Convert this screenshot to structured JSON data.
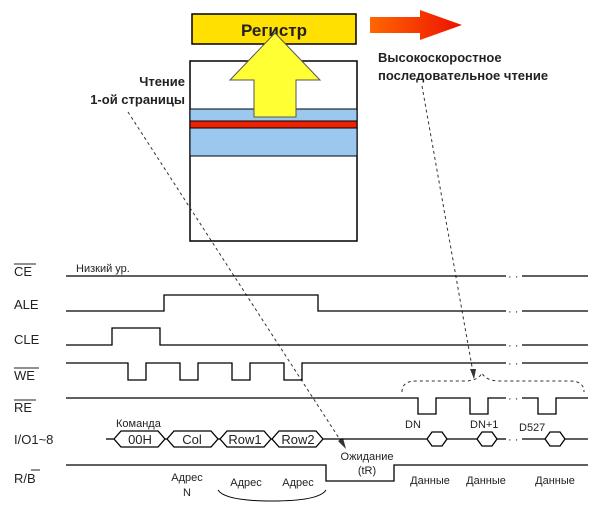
{
  "register": {
    "label": "Регистр"
  },
  "captions": {
    "page_read_line1": "Чтение",
    "page_read_line2": "1-ой страницы",
    "fast_read_line1": "Высокоскоростное",
    "fast_read_line2": "последовательное чтение"
  },
  "signals": {
    "ce": "CE",
    "ale": "ALE",
    "cle": "CLE",
    "we": "WE",
    "re": "RE",
    "io": "I/O1~8",
    "rb_r": "R/",
    "rb_b": "B"
  },
  "notes": {
    "ce_level": "Низкий ур.",
    "command": "Команда",
    "wait_line1": "Ожидание",
    "wait_line2": "(tR)",
    "addr_n_line1": "Адрес",
    "addr_n_line2": "N",
    "addr_a": "Адрес",
    "addr_b": "Адрес",
    "data1": "Данные",
    "data2": "Данные",
    "data3": "Данные"
  },
  "bus_cells": {
    "c0": "00H",
    "c1": "Col",
    "c2": "Row1",
    "c3": "Row2"
  },
  "data_labels": {
    "dn": "DN",
    "dn1": "DN+1",
    "d527": "D527"
  },
  "colors": {
    "register_fill": "#ffe000",
    "arrow_up": "#ffff33",
    "arrow_right": "#ff2200",
    "band_blue": "#9cc8f0",
    "band_red": "#ee2200"
  }
}
